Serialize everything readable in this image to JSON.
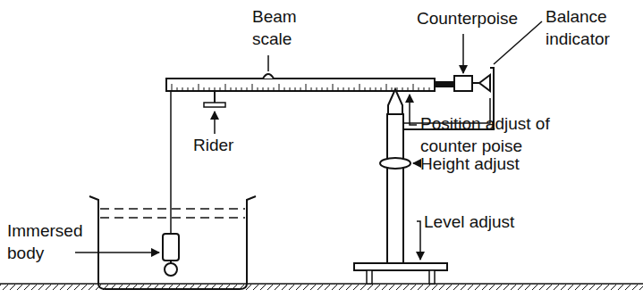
{
  "diagram": {
    "labels": [
      "Beam scale",
      "Counterpoise",
      "Balance indicator",
      "Rider",
      "Position adjust of counter poise",
      "Height adjust",
      "Level adjust",
      "Immersed body"
    ]
  }
}
